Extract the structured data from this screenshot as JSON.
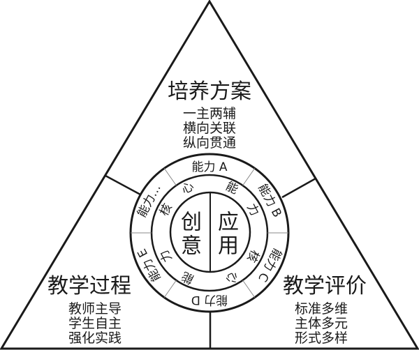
{
  "diagram": {
    "sections": {
      "top": {
        "title": "培养方案",
        "lines": [
          "一主两辅",
          "横向关联",
          "纵向贯通"
        ]
      },
      "left": {
        "title": "教学过程",
        "lines": [
          "教师主导",
          "学生自主",
          "强化实践"
        ]
      },
      "right": {
        "title": "教学评价",
        "lines": [
          "标准多维",
          "主体多元",
          "形式多样"
        ]
      }
    },
    "outer_ring": {
      "segments": [
        {
          "label": "能力 A"
        },
        {
          "label": "能力 B"
        },
        {
          "label": "能力 C"
        },
        {
          "label": "能力 D"
        },
        {
          "label": "能力 E"
        },
        {
          "label": "能力…"
        }
      ]
    },
    "middle_ring": {
      "upper_chars": [
        "核",
        "心",
        "能",
        "力"
      ],
      "lower_chars": [
        "核",
        "心",
        "能",
        "力"
      ]
    },
    "core": {
      "left": [
        "创",
        "意"
      ],
      "right": [
        "应",
        "用"
      ]
    },
    "colors": {
      "stroke": "#1a1a1a",
      "tick": "#888888",
      "background": "#ffffff"
    }
  }
}
